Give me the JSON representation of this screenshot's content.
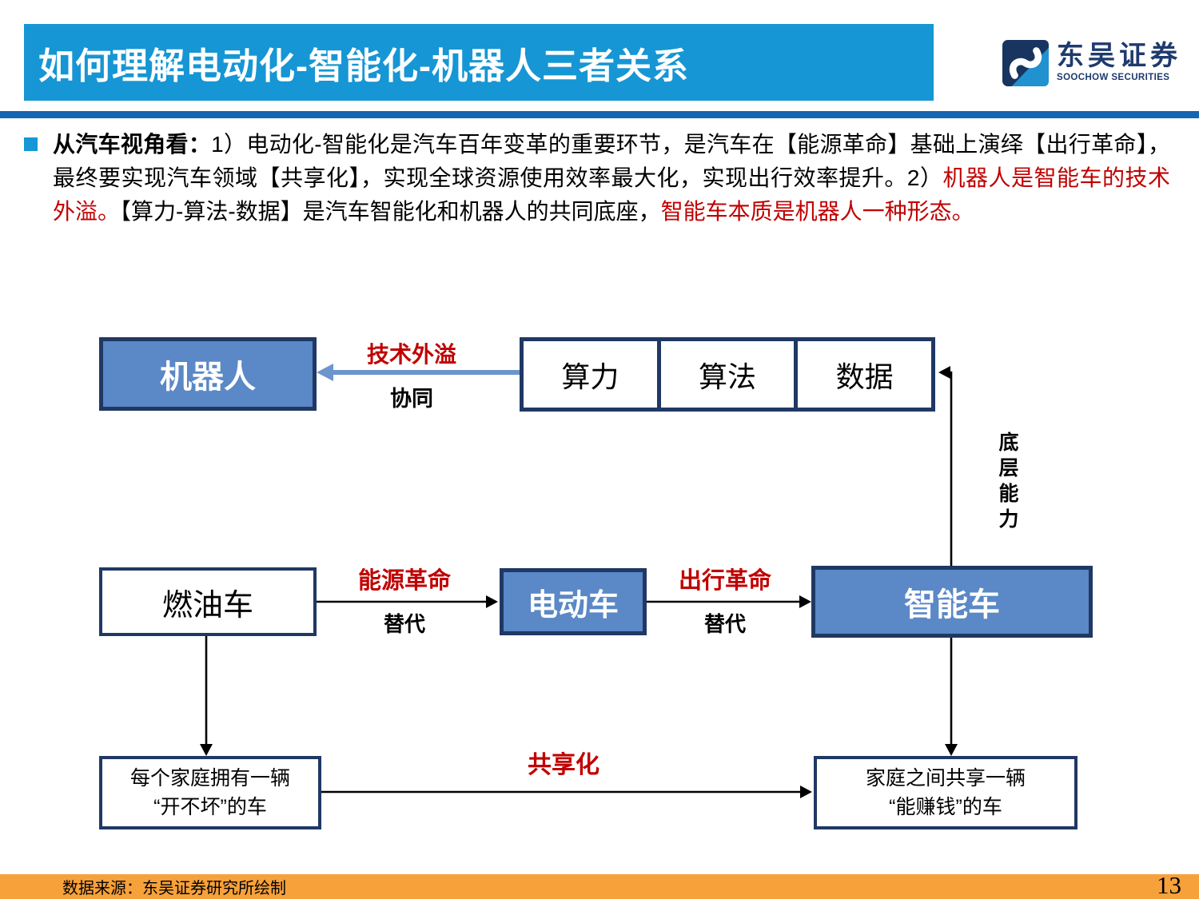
{
  "header": {
    "title": "如何理解电动化-智能化-机器人三者关系",
    "logo": {
      "name_cn": "东吴证券",
      "name_en": "SOOCHOW SECURITIES"
    }
  },
  "paragraph": {
    "segments": [
      {
        "text": "从汽车视角看：",
        "bold": true,
        "color": "black"
      },
      {
        "text": "1）电动化-智能化是汽车百年变革的重要环节，是汽车在【能源革命】基础上演绎【出行革命】，最终要实现汽车领域【共享化】，实现全球资源使用效率最大化，实现出行效率提升。2）",
        "bold": false,
        "color": "black"
      },
      {
        "text": "机器人是智能车的技术外溢。",
        "bold": false,
        "color": "red"
      },
      {
        "text": "【算力-算法-数据】是汽车智能化和机器人的共同底座，",
        "bold": false,
        "color": "black"
      },
      {
        "text": "智能车本质是机器人一种形态。",
        "bold": false,
        "color": "red"
      }
    ]
  },
  "diagram": {
    "boxes": {
      "robot": "机器人",
      "compute": "算力",
      "algorithm": "算法",
      "data": "数据",
      "fuel_car": "燃油车",
      "ev": "电动车",
      "smart_car": "智能车",
      "family_own_line1": "每个家庭拥有一辆",
      "family_own_line2": "“开不坏”的车",
      "family_share_line1": "家庭之间共享一辆",
      "family_share_line2": "“能赚钱”的车"
    },
    "labels": {
      "tech_spillover": "技术外溢",
      "synergy": "协同",
      "energy_revolution": "能源革命",
      "substitute_1": "替代",
      "travel_revolution": "出行革命",
      "substitute_2": "替代",
      "sharing": "共享化",
      "base_capability": "底层能力"
    }
  },
  "footer": {
    "source": "数据来源：东吴证券研究所绘制",
    "page": "13"
  },
  "colors": {
    "header_blue": "#1696D4",
    "separator_blue": "#1565B0",
    "navy_border": "#1F3864",
    "box_blue_fill": "#5B88C6",
    "arrow_blue": "#6C95CD",
    "red": "#C00000",
    "footer_orange": "#F7A13B",
    "logo_navy": "#1F3A6E"
  }
}
